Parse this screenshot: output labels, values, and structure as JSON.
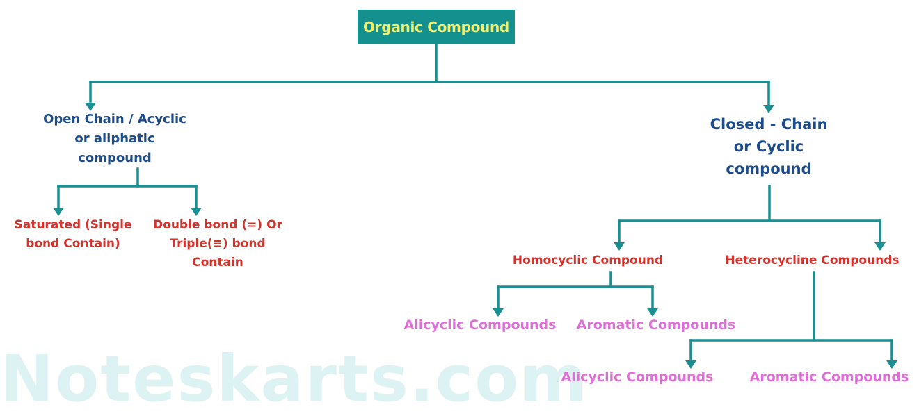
{
  "colors": {
    "connector": "#1a8f92",
    "root_bg": "#14918f",
    "root_text": "#f2ef6a",
    "level1": "#1c4c8c",
    "level2": "#d6322c",
    "level3": "#df6fd6",
    "watermark": "#1aa7b0"
  },
  "nodes": {
    "root": "Organic Compound",
    "open_chain": "Open Chain / Acyclic\nor aliphatic\ncompound",
    "closed_chain": "Closed - Chain\nor Cyclic\ncompound",
    "saturated": "Saturated (Single\nbond Contain)",
    "unsaturated": "Double bond (=) Or\nTriple(≡) bond\nContain",
    "homocyclic": "Homocyclic Compound",
    "heterocyclic": "Heterocycline Compounds",
    "homo_alicyclic": "Alicyclic Compounds",
    "homo_aromatic": "Aromatic Compounds",
    "hetero_alicyclic": "Alicyclic Compounds",
    "hetero_aromatic": "Aromatic Compounds"
  },
  "watermark": "Noteskarts.com"
}
